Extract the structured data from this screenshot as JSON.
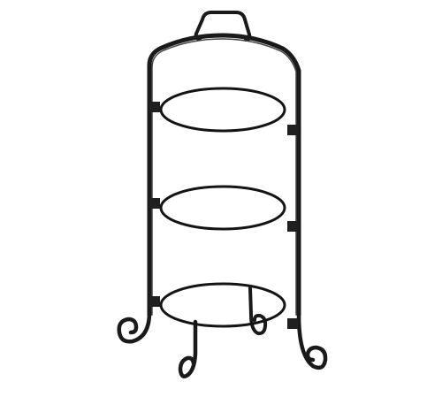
{
  "image": {
    "subject": "three-tier-plate-stand",
    "background_color": "#ffffff",
    "frame_color": "#1a1a1a",
    "ring_color": "#141414",
    "bracket_color": "#202020",
    "tiers": [
      {
        "name": "top-tier"
      },
      {
        "name": "middle-tier"
      },
      {
        "name": "bottom-tier"
      }
    ]
  }
}
